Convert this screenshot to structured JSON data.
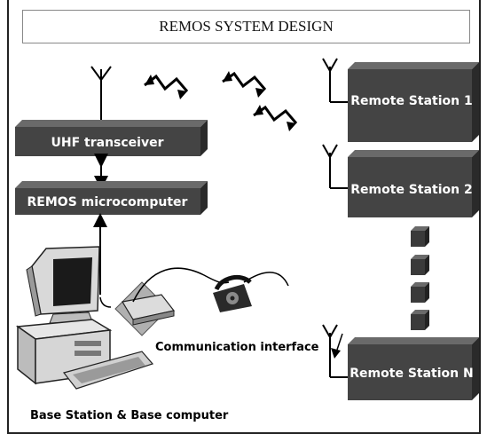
{
  "title": "REMOS SYSTEM DESIGN",
  "base": {
    "uhf_label": "UHF transceiver",
    "micro_label": "REMOS microcomputer",
    "caption": "Base Station & Base computer",
    "interface_label": "Communication interface"
  },
  "stations": [
    {
      "label": "Remote Station 1"
    },
    {
      "label": "Remote Station 2"
    },
    {
      "label": "Remote Station N"
    }
  ],
  "colors": {
    "box_face": "#444444",
    "box_top": "#6a6a6a",
    "box_side": "#2a2a2a",
    "ellipsis_block": "#3a3a3a"
  }
}
